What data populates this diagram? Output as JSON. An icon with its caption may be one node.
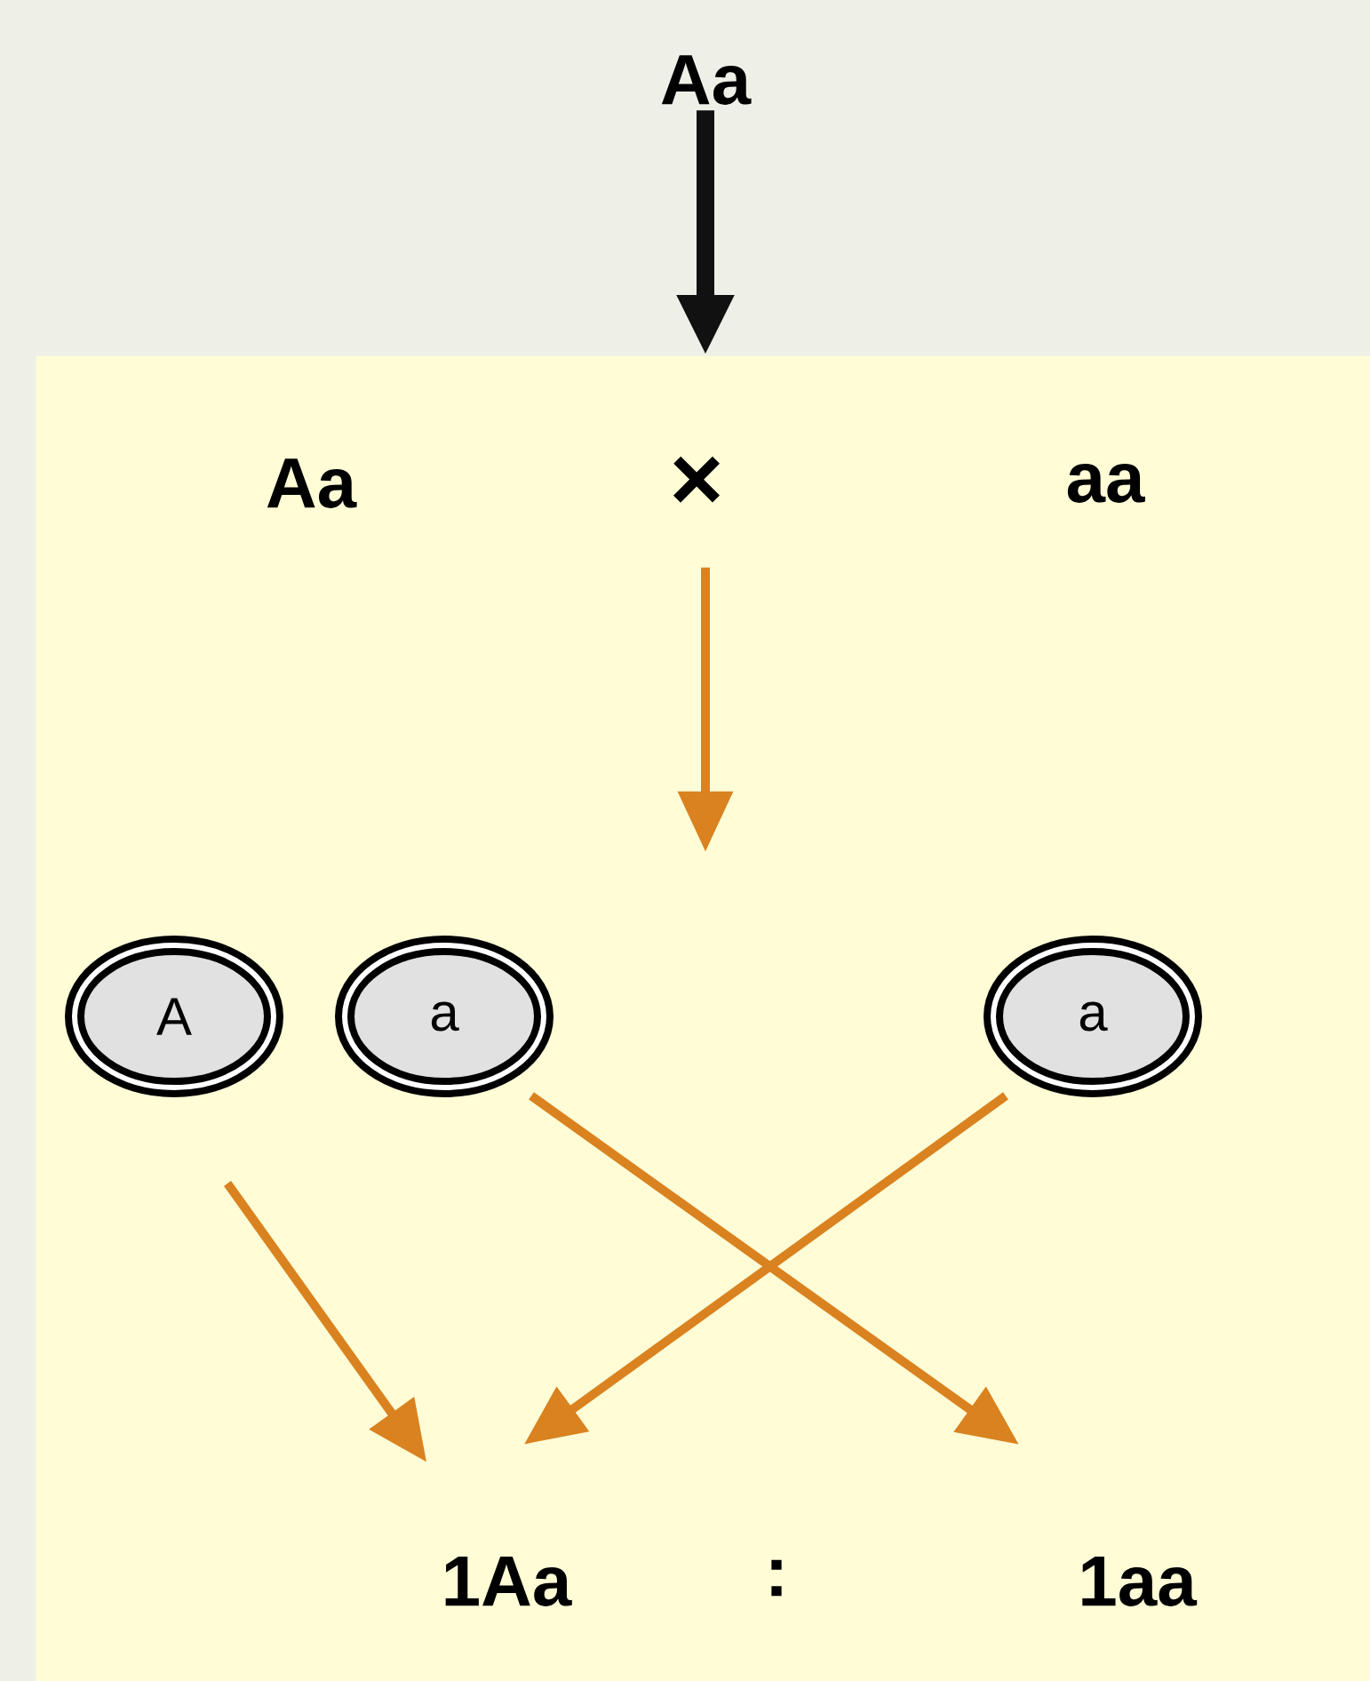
{
  "diagram": {
    "nodes": [
      {
        "text": [
          "Aa"
        ]
      },
      {
        "text": [],
        "shape": "box"
      },
      {
        "text": [
          "Aa"
        ],
        "in": 1
      },
      {
        "text": [
          "×"
        ],
        "in": 1
      },
      {
        "text": [
          "aa"
        ],
        "in": 1
      },
      {
        "text": [
          "A"
        ],
        "in": 1
      },
      {
        "text": [
          "a"
        ],
        "in": 1
      },
      {
        "text": [
          "a"
        ],
        "in": 1
      },
      {
        "text": [
          "1Aa"
        ],
        "in": 1
      },
      {
        "text": [
          "1aa"
        ],
        "in": 1
      }
    ],
    "edges": [
      {
        "from": 0,
        "to": 1,
        "arrow": "to",
        "color": "#111111",
        "style": "thick"
      },
      {
        "from": 3,
        "to": null,
        "arrow": "to"
      },
      {
        "from": 5,
        "to": 8,
        "arrow": "to"
      },
      {
        "from": 6,
        "to": 9,
        "arrow": "to"
      },
      {
        "from": 7,
        "to": 8,
        "arrow": "to"
      }
    ],
    "labels": [
      ":"
    ]
  }
}
